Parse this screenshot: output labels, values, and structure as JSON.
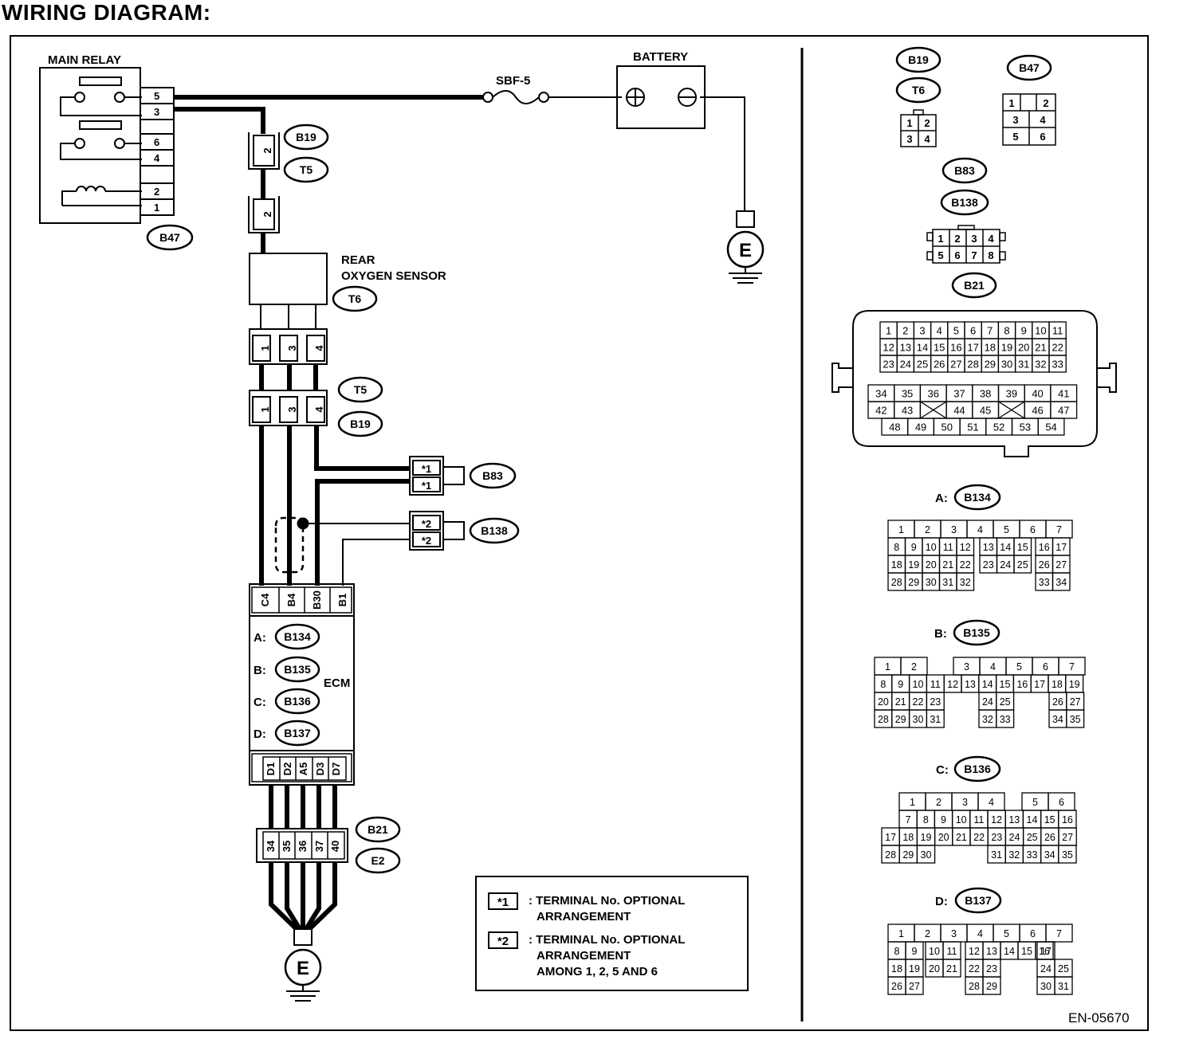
{
  "page": {
    "title": "WIRING DIAGRAM:",
    "doc_code": "EN-05670"
  },
  "components": {
    "main_relay": "MAIN RELAY",
    "main_relay_pins": [
      "5",
      "3",
      "6",
      "4",
      "2",
      "1"
    ],
    "battery": "BATTERY",
    "fuse": "SBF-5",
    "rear_o2": [
      "REAR",
      "OXYGEN SENSOR"
    ],
    "ecm": "ECM",
    "ground": "E"
  },
  "connectors": {
    "b47": "B47",
    "b19": "B19",
    "t5": "T5",
    "t6": "T6",
    "b83": "B83",
    "b138": "B138",
    "b21": "B21",
    "e2": "E2",
    "b134": "B134",
    "b135": "B135",
    "b136": "B136",
    "b137": "B137",
    "ecm_refs": [
      {
        "prefix": "A:",
        "code": "B134"
      },
      {
        "prefix": "B:",
        "code": "B135"
      },
      {
        "prefix": "C:",
        "code": "B136"
      },
      {
        "prefix": "D:",
        "code": "B137"
      }
    ],
    "ecm_top_pins": [
      "C4",
      "B4",
      "B30",
      "B1"
    ],
    "ecm_bottom_pins": [
      "D1",
      "D2",
      "A5",
      "D3",
      "D7"
    ],
    "sensor_pins": [
      "1",
      "3",
      "4"
    ],
    "ground_pins": [
      "34",
      "35",
      "36",
      "37",
      "40"
    ],
    "opt1_pins": [
      "*1",
      "*1"
    ],
    "opt2_pins": [
      "*2",
      "*2"
    ]
  },
  "legend": {
    "star1_mark": "*1",
    "star1_text": [
      ": TERMINAL No. OPTIONAL",
      "ARRANGEMENT"
    ],
    "star2_mark": "*2",
    "star2_text": [
      ": TERMINAL No. OPTIONAL",
      "ARRANGEMENT",
      "AMONG 1, 2, 5  AND 6"
    ]
  },
  "pinouts": {
    "b19_t6": {
      "labels": [
        "B19",
        "T6"
      ],
      "rows": [
        [
          "1",
          "2"
        ],
        [
          "3",
          "4"
        ]
      ]
    },
    "b47": {
      "label": "B47",
      "rows": [
        [
          "1",
          "",
          "2"
        ],
        [
          "3",
          "4"
        ],
        [
          "5",
          "6"
        ]
      ]
    },
    "b83_b138": {
      "labels": [
        "B83",
        "B138"
      ],
      "rows": [
        [
          "1",
          "2",
          "3",
          "4"
        ],
        [
          "5",
          "6",
          "7",
          "8"
        ]
      ]
    },
    "b21": {
      "label": "B21",
      "upper": [
        [
          "1",
          "2",
          "3",
          "4",
          "5",
          "6",
          "7",
          "8",
          "9",
          "10",
          "11"
        ],
        [
          "12",
          "13",
          "14",
          "15",
          "16",
          "17",
          "18",
          "19",
          "20",
          "21",
          "22"
        ],
        [
          "23",
          "24",
          "25",
          "26",
          "27",
          "28",
          "29",
          "30",
          "31",
          "32",
          "33"
        ]
      ],
      "lower": [
        [
          "34",
          "35",
          "36",
          "37",
          "38",
          "39",
          "40",
          "41"
        ],
        [
          "42",
          "43",
          "",
          "44",
          "45",
          "",
          "46",
          "47"
        ],
        [
          "48",
          "49",
          "50",
          "51",
          "52",
          "53",
          "54"
        ]
      ]
    },
    "a_b134": {
      "prefix": "A:",
      "label": "B134",
      "rows": [
        [
          "1",
          "2",
          "3",
          "4",
          "5",
          "6",
          "7"
        ],
        [
          "8",
          "9",
          "10",
          "11",
          "12",
          "13",
          "14",
          "15",
          "16",
          "17"
        ],
        [
          "18",
          "19",
          "20",
          "21",
          "22",
          "23",
          "24",
          "25",
          "26",
          "27"
        ],
        [
          "28",
          "29",
          "30",
          "31",
          "32",
          "33",
          "34"
        ]
      ]
    },
    "b_b135": {
      "prefix": "B:",
      "label": "B135",
      "rows": [
        [
          "1",
          "2",
          "3",
          "4",
          "5",
          "6",
          "7"
        ],
        [
          "8",
          "9",
          "10",
          "11",
          "12",
          "13",
          "14",
          "15",
          "16",
          "17",
          "18",
          "19"
        ],
        [
          "20",
          "21",
          "22",
          "23",
          "24",
          "25",
          "26",
          "27"
        ],
        [
          "28",
          "29",
          "30",
          "31",
          "32",
          "33",
          "34",
          "35"
        ]
      ]
    },
    "c_b136": {
      "prefix": "C:",
      "label": "B136",
      "rows": [
        [
          "1",
          "2",
          "3",
          "4",
          "5",
          "6"
        ],
        [
          "7",
          "8",
          "9",
          "10",
          "11",
          "12",
          "13",
          "14",
          "15",
          "16"
        ],
        [
          "17",
          "18",
          "19",
          "20",
          "21",
          "22",
          "23",
          "24",
          "25",
          "26",
          "27"
        ],
        [
          "28",
          "29",
          "30",
          "31",
          "32",
          "33",
          "34",
          "35"
        ]
      ]
    },
    "d_b137": {
      "prefix": "D:",
      "label": "B137",
      "rows": [
        [
          "1",
          "2",
          "3",
          "4",
          "5",
          "6",
          "7"
        ],
        [
          "8",
          "9",
          "10",
          "11",
          "12",
          "13",
          "14",
          "15",
          "16",
          "17"
        ],
        [
          "18",
          "19",
          "20",
          "21",
          "22",
          "23",
          "24",
          "25"
        ],
        [
          "26",
          "27",
          "28",
          "29",
          "30",
          "31"
        ]
      ]
    }
  }
}
